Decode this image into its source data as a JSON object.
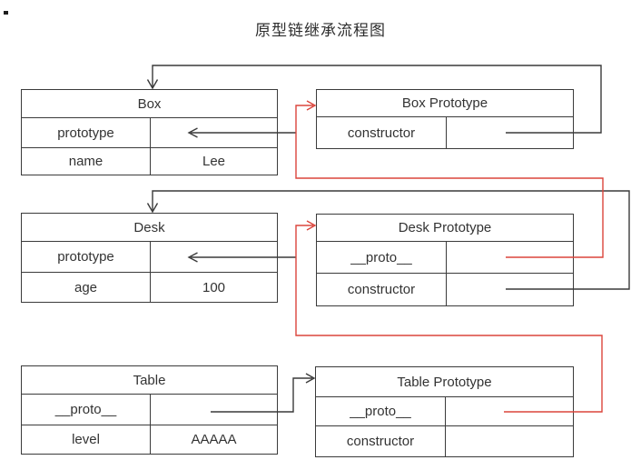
{
  "title": "原型链继承流程图",
  "colors": {
    "line": "#3a3a3a",
    "accent_red": "#db453c",
    "text": "#333333",
    "background": "#ffffff"
  },
  "tables": {
    "box": {
      "header": "Box",
      "rows": [
        {
          "label": "prototype",
          "value": ""
        },
        {
          "label": "name",
          "value": "Lee"
        }
      ]
    },
    "box_prototype": {
      "header": "Box Prototype",
      "rows": [
        {
          "label": "constructor",
          "value": ""
        }
      ]
    },
    "desk": {
      "header": "Desk",
      "rows": [
        {
          "label": "prototype",
          "value": ""
        },
        {
          "label": "age",
          "value": "100"
        }
      ]
    },
    "desk_prototype": {
      "header": "Desk Prototype",
      "rows": [
        {
          "label": "__proto__",
          "value": ""
        },
        {
          "label": "constructor",
          "value": ""
        }
      ]
    },
    "table": {
      "header": "Table",
      "rows": [
        {
          "label": "__proto__",
          "value": ""
        },
        {
          "label": "level",
          "value": "AAAAA"
        }
      ]
    },
    "table_prototype": {
      "header": "Table Prototype",
      "rows": [
        {
          "label": "__proto__",
          "value": ""
        },
        {
          "label": "constructor",
          "value": ""
        }
      ]
    }
  },
  "connectors": [
    {
      "from": "Box Prototype.constructor",
      "to": "Box",
      "color": "black"
    },
    {
      "from": "Box Prototype",
      "to": "Box.prototype",
      "color": "black"
    },
    {
      "from": "Desk Prototype.constructor",
      "to": "Desk",
      "color": "black"
    },
    {
      "from": "Desk Prototype",
      "to": "Desk.prototype",
      "color": "black"
    },
    {
      "from": "Table.__proto__",
      "to": "Table Prototype",
      "color": "black"
    },
    {
      "from": "Desk Prototype.__proto__",
      "to": "Box Prototype",
      "color": "red"
    },
    {
      "from": "Table Prototype.__proto__",
      "to": "Desk Prototype",
      "color": "red"
    }
  ]
}
